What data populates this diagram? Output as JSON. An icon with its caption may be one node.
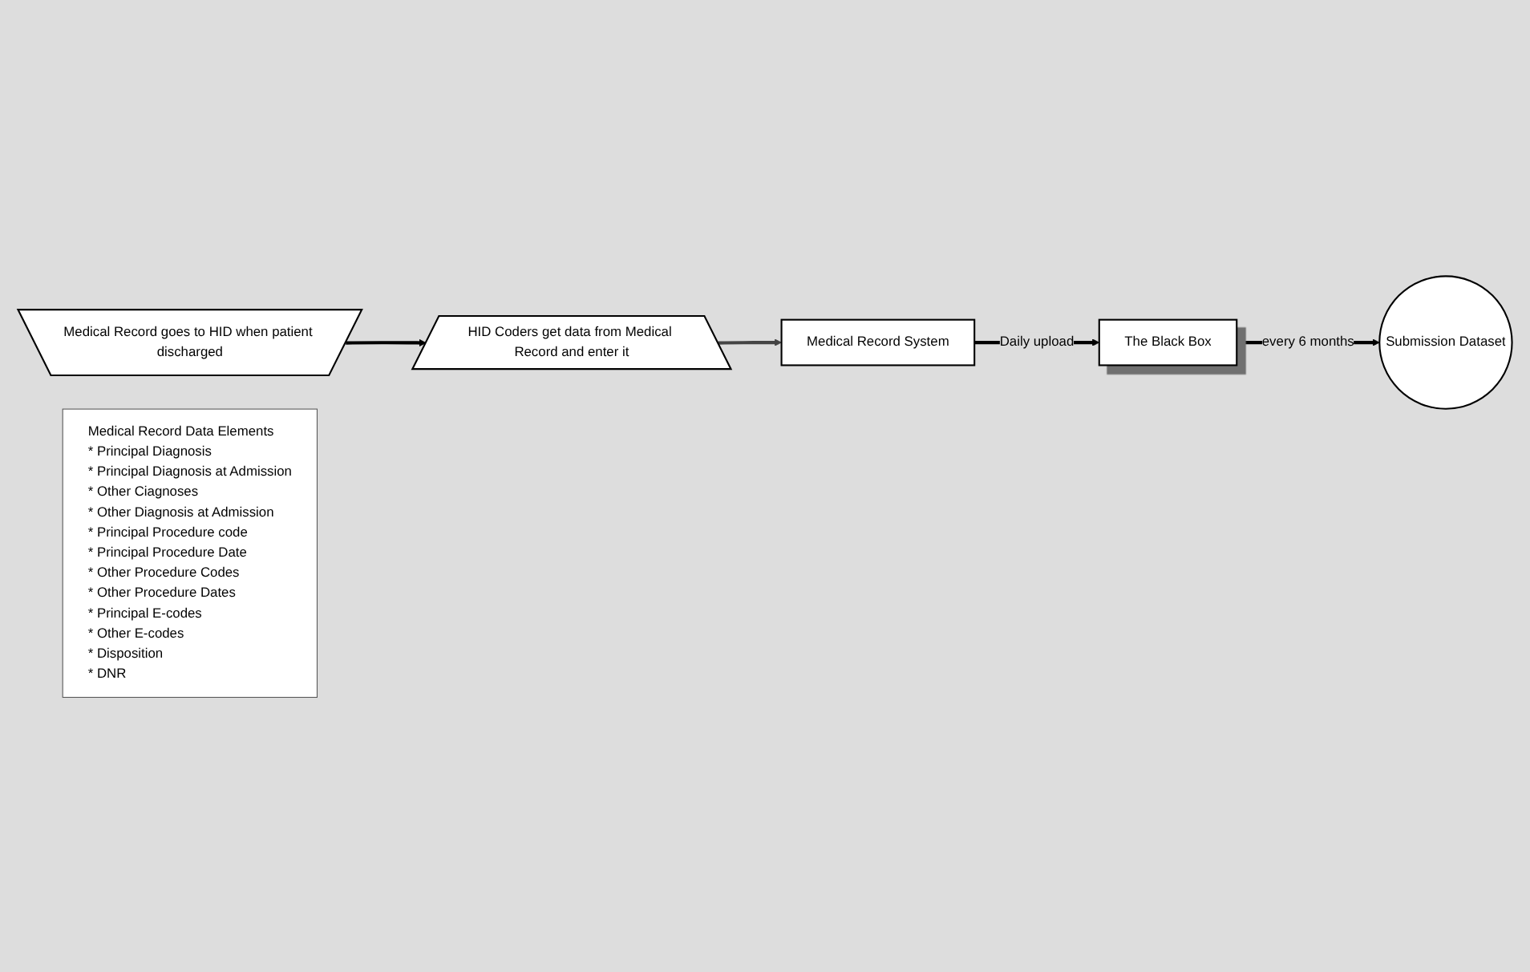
{
  "diagram": {
    "nodes": [
      {
        "text": [
          "HID Coders get data from Medical Record and enter it"
        ]
      },
      {
        "text": [
          "Medical Record System"
        ]
      },
      {
        "text": [
          "The Black Box"
        ]
      },
      {
        "text": [
          "Submission Dataset"
        ]
      },
      {
        "text": [
          "Medical Record goes to HID when patient discharged"
        ]
      },
      {
        "text": [
          "Medical Record Data Elements",
          "* Principal Diagnosis",
          "* Principal Diagnosis at  Admission",
          "* Other Ciagnoses",
          "* Other Diagnosis at Admission",
          "* Principal Procedure code",
          "* Principal Procedure Date",
          "* Other Procedure Codes",
          "* Other Procedure Dates",
          "* Principal E-codes",
          "* Other E-codes",
          "* Disposition",
          "* DNR"
        ]
      }
    ],
    "edges": [
      {
        "from": 4,
        "to": 0,
        "arrow": "to"
      },
      {
        "from": 0,
        "to": 1,
        "arrow": "to",
        "color": "#444444"
      },
      {
        "from": 1,
        "to": 2,
        "arrow": "to",
        "label": "Daily upload"
      },
      {
        "from": 2,
        "to": 3,
        "arrow": "to",
        "label": "every 6 months"
      }
    ]
  }
}
